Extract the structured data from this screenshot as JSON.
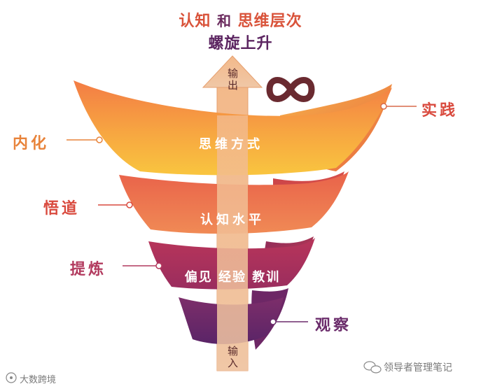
{
  "title": {
    "part1": "认知",
    "connector": "和",
    "part2": "思维层次",
    "line2": "螺旋上升"
  },
  "arrow": {
    "top_label": "输出",
    "bottom_label": "输入"
  },
  "bands": [
    "思维方式",
    "认知水平",
    "偏见 经验 教训"
  ],
  "side_labels": {
    "right_top": "实践",
    "left_top": "内化",
    "left_mid": "悟道",
    "left_low": "提炼",
    "right_bottom": "观察"
  },
  "watermark_left": "大数跨境",
  "watermark_right": "领导者管理笔记",
  "colors": {
    "title_red": "#d9533a",
    "title_purple": "#5c2561",
    "side_orange": "#e8833a",
    "side_red": "#d94a3e",
    "side_magenta": "#b23a5e",
    "side_purple": "#6b2c6b"
  }
}
